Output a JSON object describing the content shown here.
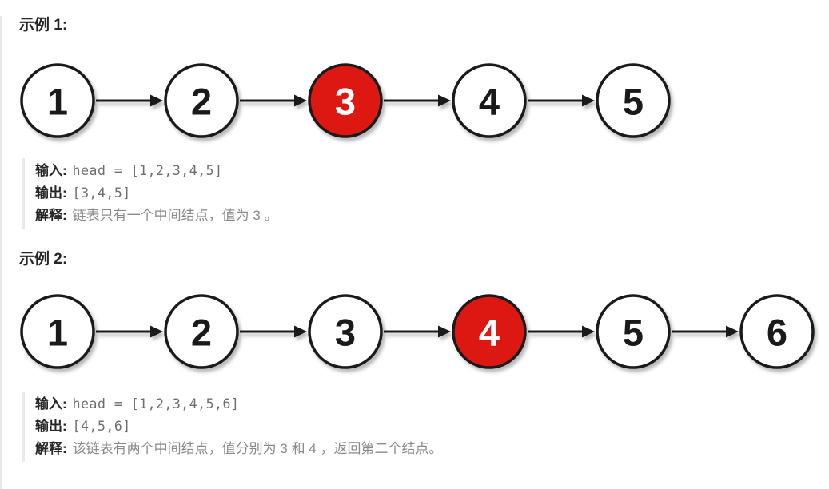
{
  "colors": {
    "node_fill": "#ffffff",
    "node_border": "#1a1a1a",
    "node_text": "#1a1a1a",
    "highlight_fill": "#dd1813",
    "highlight_text": "#ffffff",
    "arrow": "#1a1a1a"
  },
  "labels": {
    "input": "输入:",
    "output": "输出:",
    "explanation": "解释:"
  },
  "examples": [
    {
      "title": "示例 1:",
      "diagram": {
        "nodes": [
          1,
          2,
          3,
          4,
          5
        ],
        "highlight_index": 2
      },
      "input": "head = [1,2,3,4,5]",
      "output": "[3,4,5]",
      "explanation": "链表只有一个中间结点，值为 3 。"
    },
    {
      "title": "示例 2:",
      "diagram": {
        "nodes": [
          1,
          2,
          3,
          4,
          5,
          6
        ],
        "highlight_index": 3
      },
      "input": "head = [1,2,3,4,5,6]",
      "output": "[4,5,6]",
      "explanation": "该链表有两个中间结点，值分别为 3 和 4 ，返回第二个结点。"
    }
  ]
}
